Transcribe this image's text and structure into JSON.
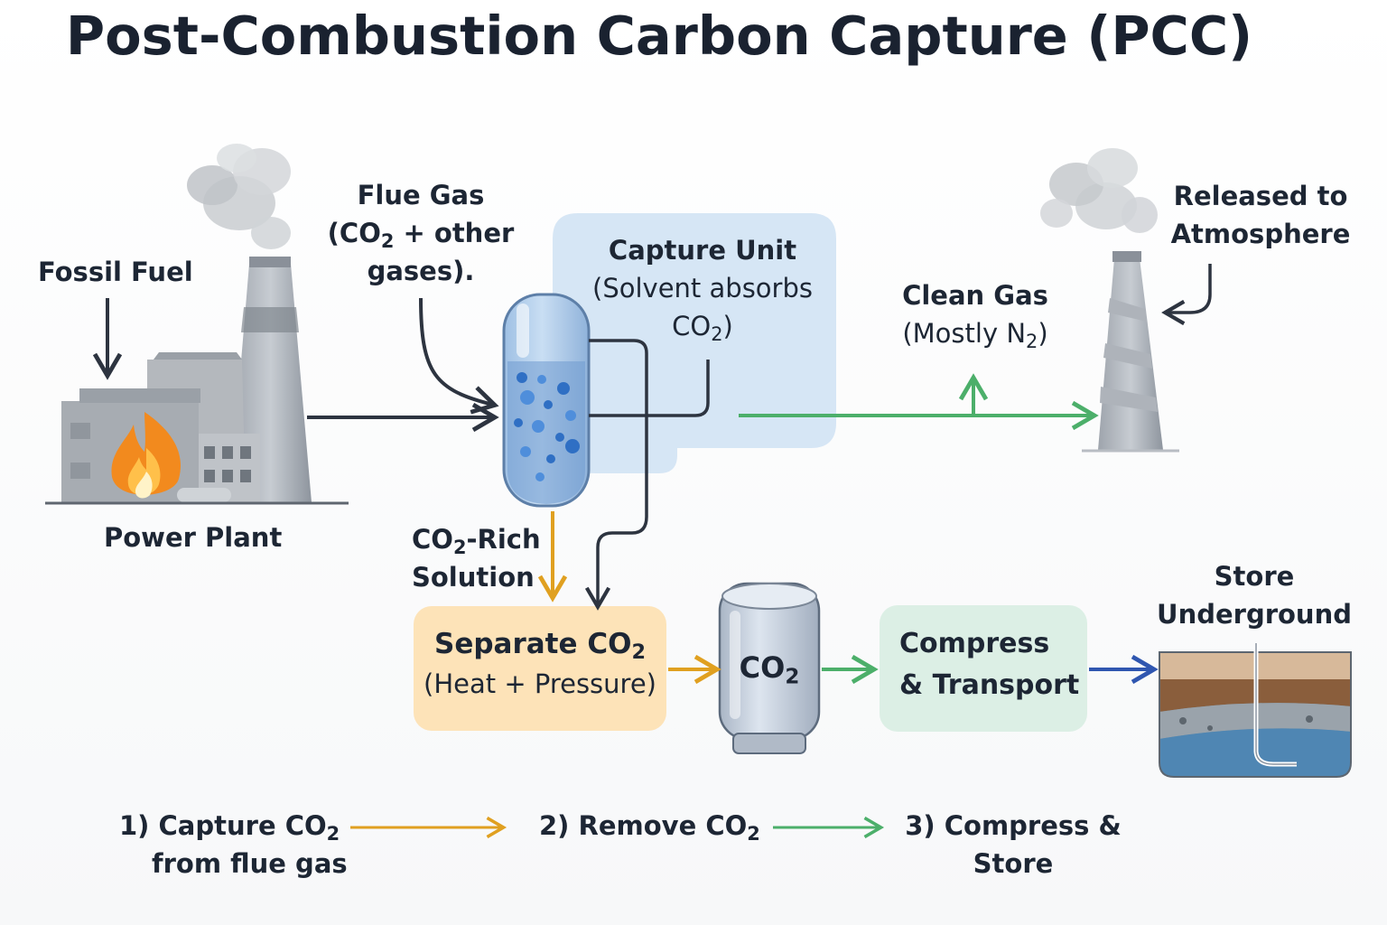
{
  "title": "Post-Combustion Carbon Capture (PCC)",
  "labels": {
    "fossil_fuel": "Fossil Fuel",
    "power_plant": "Power Plant",
    "flue_gas": {
      "line1": "Flue Gas",
      "line2_pre": "(CO",
      "line2_sub": "2",
      "line2_post": " + other",
      "line3": "gases)."
    },
    "capture_unit": {
      "title": "Capture Unit",
      "line2": "(Solvent absorbs",
      "line3_pre": "CO",
      "line3_sub": "2",
      "line3_post": ")"
    },
    "clean_gas": {
      "line1": "Clean Gas",
      "line2_pre": "(Mostly N",
      "line2_sub": "2",
      "line2_post": ")"
    },
    "released": {
      "line1": "Released to",
      "line2": "Atmosphere"
    },
    "rich_solution": {
      "line1_pre": "CO",
      "line1_sub": "2",
      "line1_post": "-Rich",
      "line2": "Solution"
    },
    "separate": {
      "line1_pre": "Separate CO",
      "line1_sub": "2",
      "line2": "(Heat + Pressure)"
    },
    "tank": {
      "pre": "CO",
      "sub": "2"
    },
    "compress": {
      "line1": "Compress",
      "line2": "& Transport"
    },
    "store": {
      "line1": "Store",
      "line2": "Underground"
    }
  },
  "steps": [
    {
      "line1_pre": "1) Capture CO",
      "line1_sub": "2",
      "line2": "from flue gas"
    },
    {
      "line1_pre": "2) Remove CO",
      "line1_sub": "2"
    },
    {
      "line1": "3) Compress &",
      "line2": "Store"
    }
  ],
  "colors": {
    "arrow_dark": "#2d3440",
    "arrow_orange": "#e0a020",
    "arrow_green": "#4caf6a",
    "arrow_blue": "#2f56b0",
    "capture_panel": "#d6e6f5",
    "separate_box": "#fde3b8",
    "compress_box": "#dcefe5",
    "flame": "#f28a1e"
  },
  "icons": [
    "power-plant-icon",
    "flame-icon",
    "smoke-cloud-icon",
    "absorber-column-icon",
    "co2-tank-icon",
    "smokestack-icon",
    "underground-storage-icon"
  ]
}
